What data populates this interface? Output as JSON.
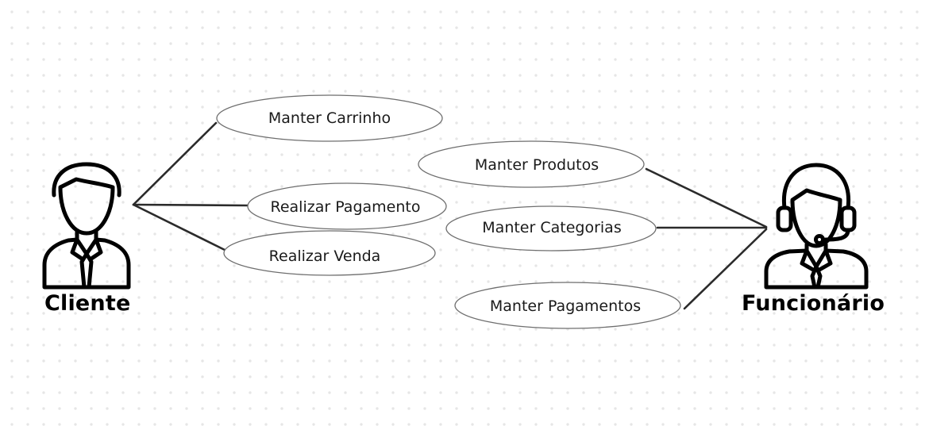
{
  "actors": {
    "cliente": {
      "label": "Cliente"
    },
    "funcionario": {
      "label": "Funcionário"
    }
  },
  "use_cases": {
    "manter_carrinho": "Manter Carrinho",
    "realizar_pagamento": "Realizar Pagamento",
    "realizar_venda": "Realizar Venda",
    "manter_produtos": "Manter Produtos",
    "manter_categorias": "Manter Categorias",
    "manter_pagamentos": "Manter Pagamentos"
  },
  "colors": {
    "line": "#2b2b2b",
    "ellipse_stroke": "#6e6e6e",
    "dot_grid": "#e6e6e6"
  }
}
